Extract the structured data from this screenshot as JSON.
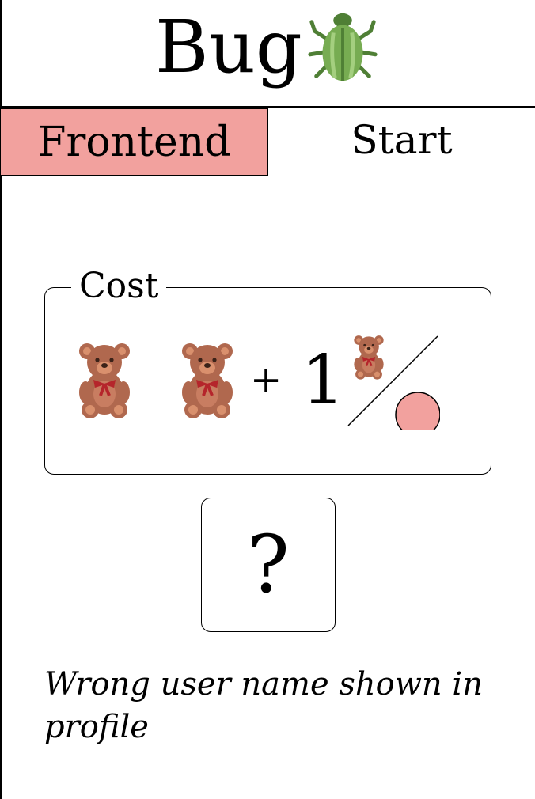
{
  "card": {
    "title": "Bug",
    "title_icon": "beetle-icon",
    "category": "Frontend",
    "category_color": "#f2a19e",
    "column_label": "Start",
    "cost": {
      "label": "Cost",
      "bear_icon": "teddy-bear-icon",
      "bear_count": 2,
      "plus_sign": "+",
      "extra_amount": "1",
      "unit_icon": "teddy-bear-icon",
      "per_marker_color": "#f2a19e"
    },
    "hidden_value": "?",
    "description": "Wrong user name shown in profile"
  }
}
